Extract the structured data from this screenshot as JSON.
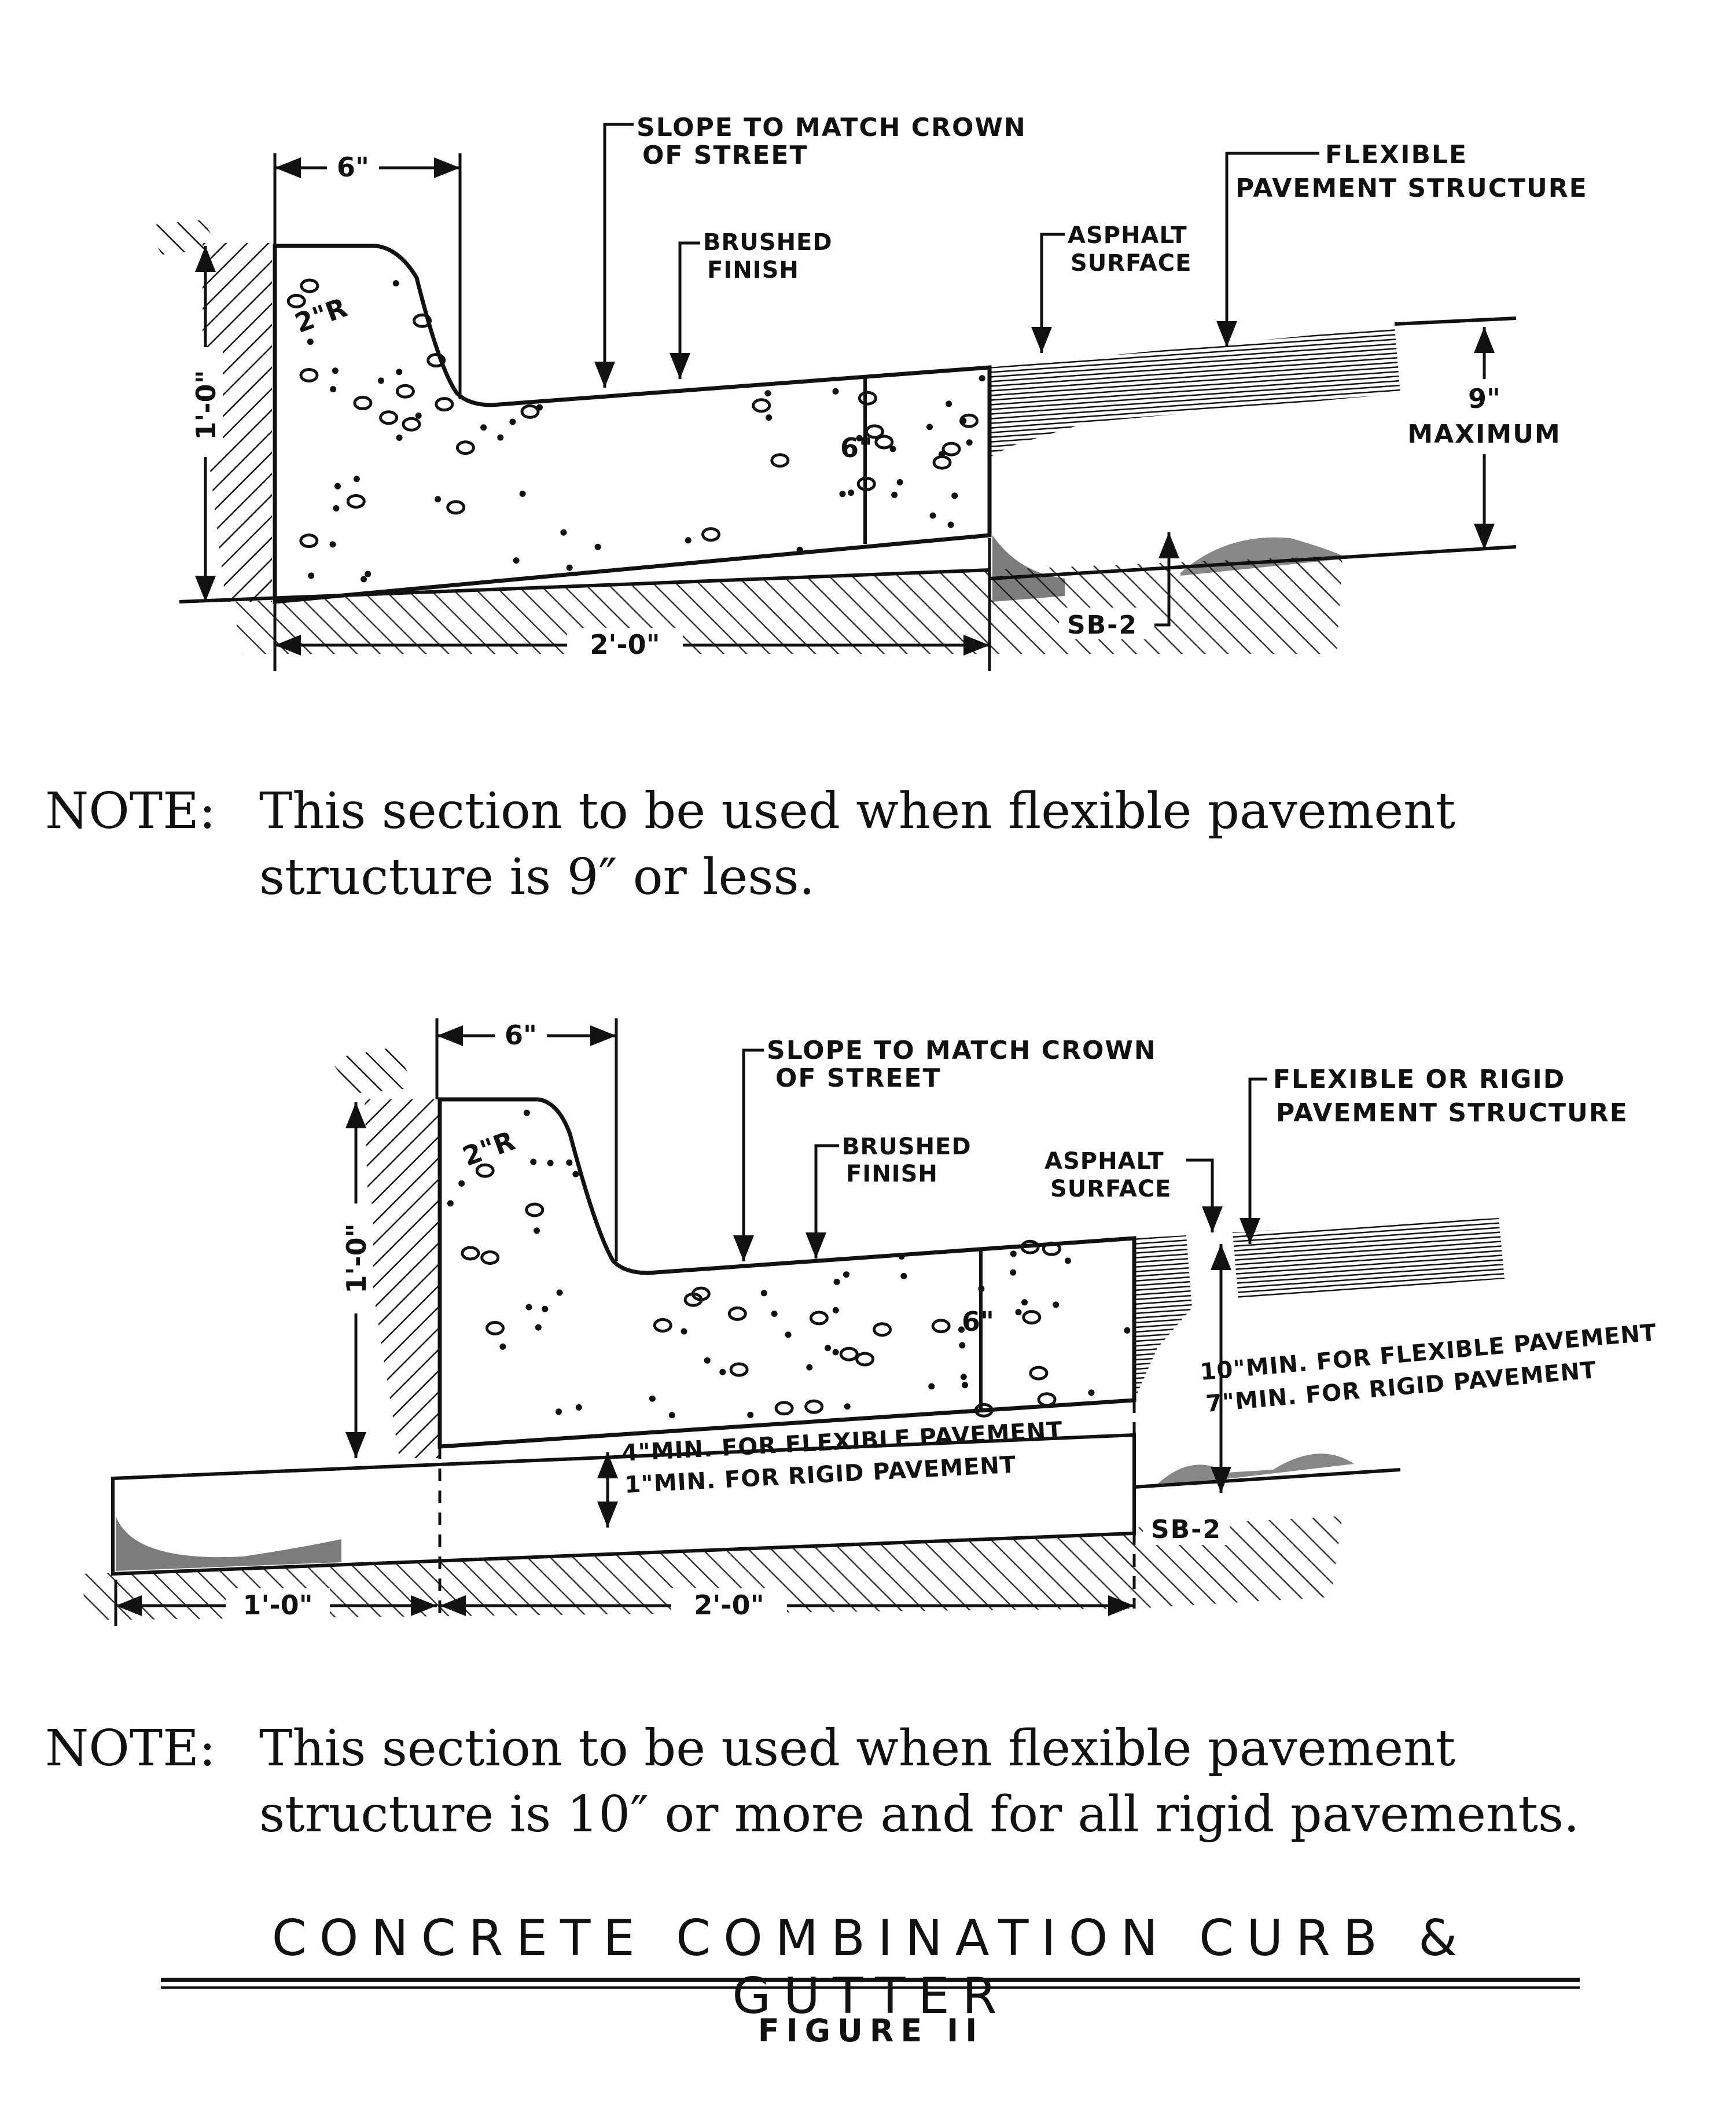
{
  "diagram_top": {
    "curb_width": "6\"",
    "curb_height": "1'-0\"",
    "gutter_width": "2'-0\"",
    "gutter_depth": "6\"",
    "radius": "2\"R",
    "slope_label_1": "SLOPE TO MATCH CROWN",
    "slope_label_2": "OF STREET",
    "brushed_1": "BRUSHED",
    "brushed_2": "FINISH",
    "asphalt_1": "ASPHALT",
    "asphalt_2": "SURFACE",
    "pavement_1": "FLEXIBLE",
    "pavement_2": "PAVEMENT STRUCTURE",
    "max_depth": "9\"",
    "max_label": "MAXIMUM",
    "base": "SB-2"
  },
  "note_top": {
    "head": "NOTE:",
    "line1": "This section to be used when flexible pavement",
    "line2": "structure is 9″ or less."
  },
  "diagram_bottom": {
    "curb_width": "6\"",
    "curb_height": "1'-0\"",
    "gutter_width": "2'-0\"",
    "extension_width": "1'-0\"",
    "gutter_depth": "6\"",
    "radius": "2\"R",
    "slope_label_1": "SLOPE TO MATCH CROWN",
    "slope_label_2": "OF STREET",
    "brushed_1": "BRUSHED",
    "brushed_2": "FINISH",
    "asphalt_1": "ASPHALT",
    "asphalt_2": "SURFACE",
    "pavement_1": "FLEXIBLE OR RIGID",
    "pavement_2": "PAVEMENT STRUCTURE",
    "base_note_1": "4\"MIN. FOR FLEXIBLE PAVEMENT",
    "base_note_2": "1\"MIN. FOR RIGID PAVEMENT",
    "side_note_1": "10\"MIN. FOR FLEXIBLE PAVEMENT",
    "side_note_2": "7\"MIN. FOR RIGID PAVEMENT",
    "base": "SB-2"
  },
  "note_bottom": {
    "head": "NOTE:",
    "line1": "This section to be used when flexible pavement",
    "line2": "structure is 10″ or more and for all rigid pavements."
  },
  "title": "CONCRETE COMBINATION CURB & GUTTER",
  "subtitle": "FIGURE II"
}
